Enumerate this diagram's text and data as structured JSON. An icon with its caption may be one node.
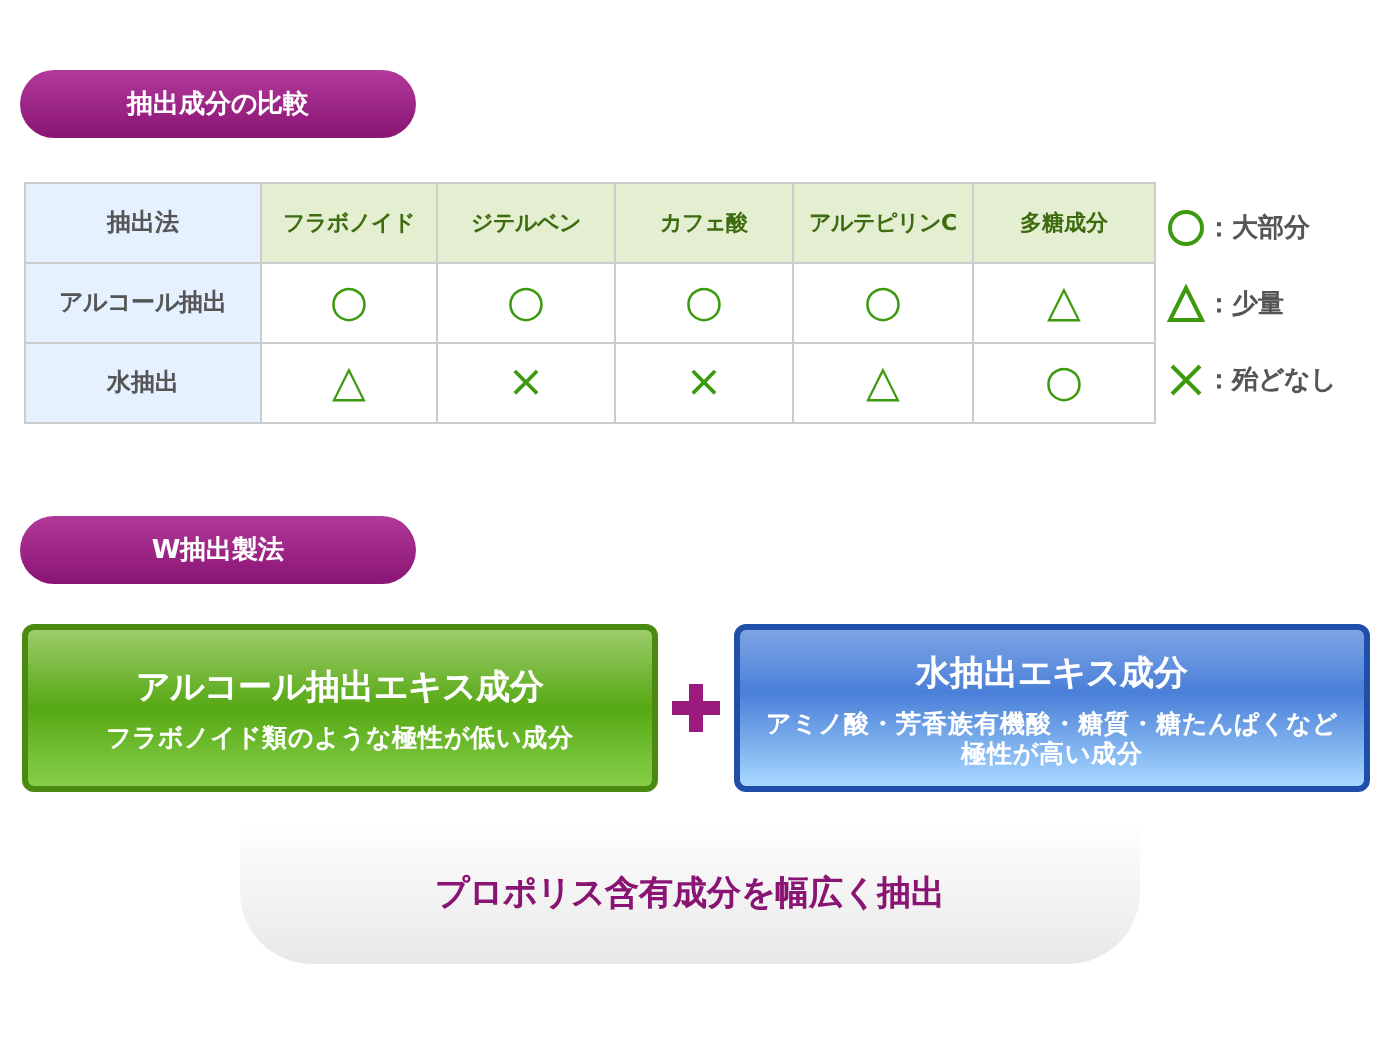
{
  "diagram": {
    "nodes": [
      {
        "text": [
          "抽出成分の比較"
        ]
      },
      {
        "text": [
          "W抽出製法"
        ]
      },
      {
        "text": [
          "アルコール抽出エキス成分",
          "フラボノイド類のような極性が低い成分"
        ]
      },
      {
        "text": [
          "水抽出エキス成分",
          "アミノ酸・芳香族有機酸・糖質・糖たんぱくなど極性が高い成分"
        ]
      },
      {
        "text": [
          "プロポリス含有成分を幅広く抽出"
        ]
      }
    ],
    "edges": [],
    "labels": [
      "抽出法",
      "フラボノイド",
      "ジテルベン",
      "カフェ酸",
      "アルテピリンC",
      "多糖成分",
      "アルコール抽出",
      "○",
      "○",
      "○",
      "○",
      "△",
      "水抽出",
      "△",
      "×",
      "×",
      "△",
      "○"
    ],
    "legend": [
      {
        "text": "：大部分"
      },
      {
        "text": "：少量"
      },
      {
        "text": "：殆どなし"
      }
    ]
  }
}
